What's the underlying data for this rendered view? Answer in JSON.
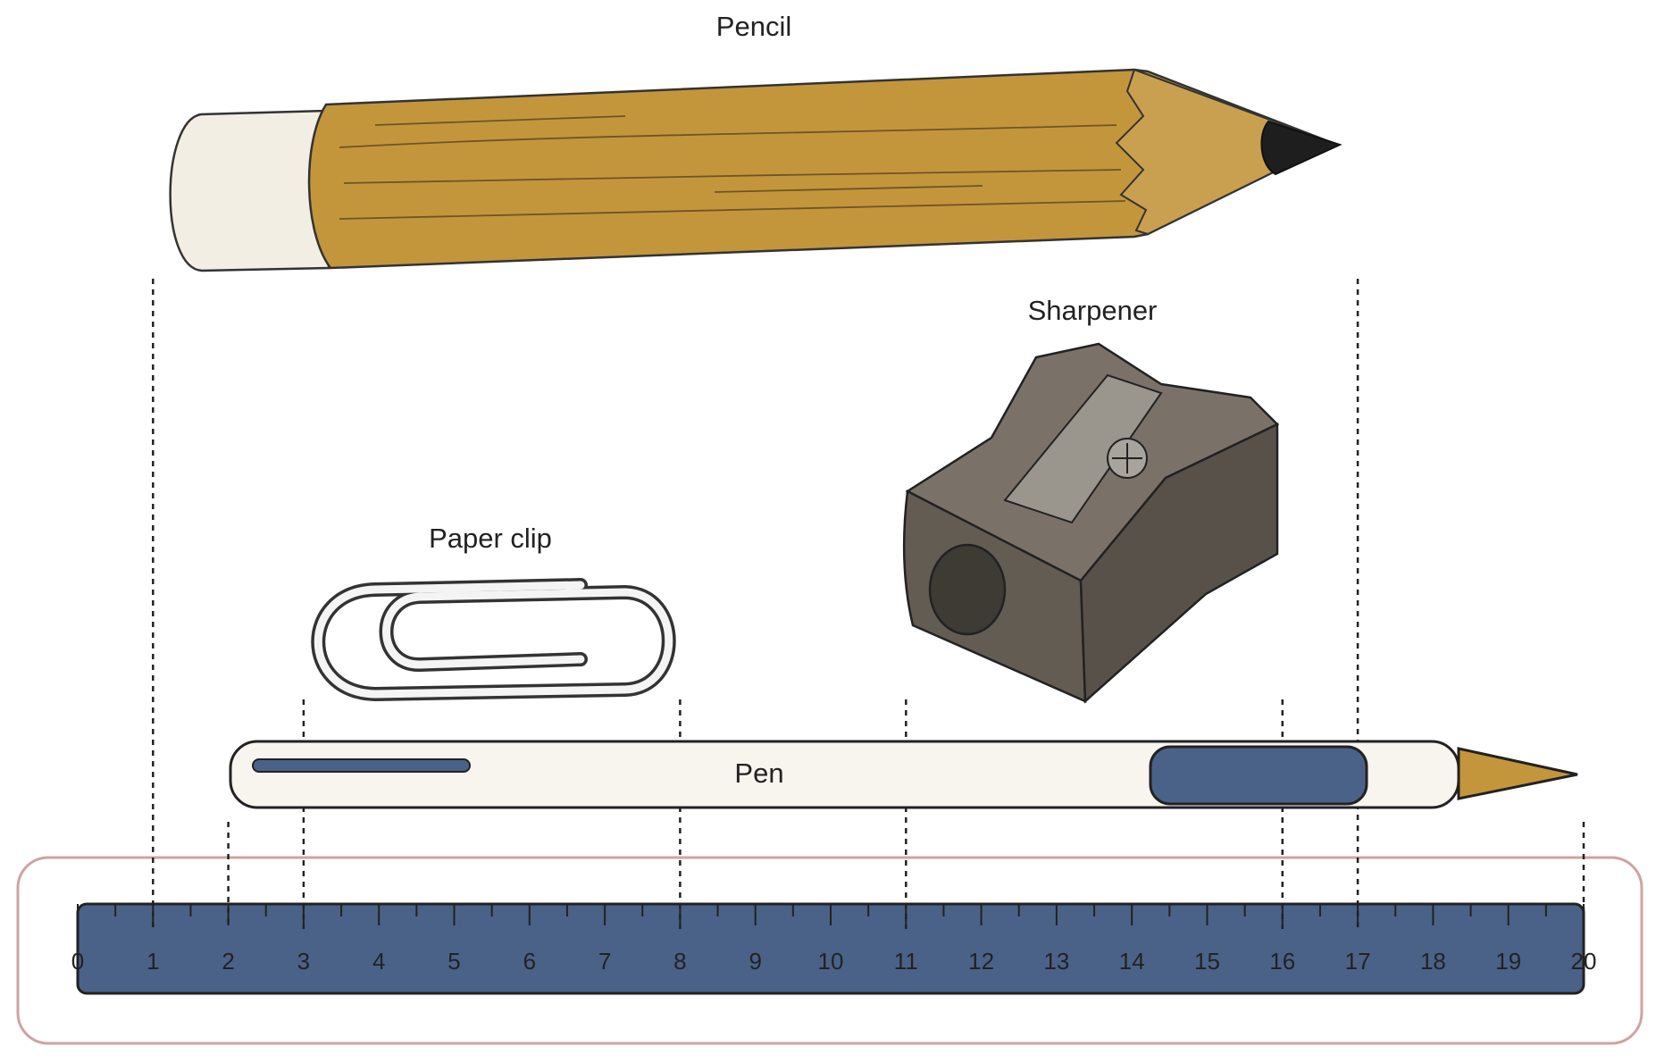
{
  "labels": {
    "pencil": "Pencil",
    "sharpener": "Sharpener",
    "paper_clip": "Paper clip",
    "pen": "Pen"
  },
  "ruler": {
    "min": 0,
    "max": 20,
    "ticks": [
      "0",
      "1",
      "2",
      "3",
      "4",
      "5",
      "6",
      "7",
      "8",
      "9",
      "10",
      "11",
      "12",
      "13",
      "14",
      "15",
      "16",
      "17",
      "18",
      "19",
      "20"
    ]
  },
  "measurements": {
    "pencil": [
      1,
      17
    ],
    "pen": [
      2,
      20
    ],
    "paper_clip": [
      3,
      8
    ],
    "sharpener": [
      11,
      16
    ]
  },
  "colors": {
    "ruler_fill": "#4a6288",
    "ruler_frame": "#cfa3a3",
    "pencil_body": "#c3963c",
    "pencil_eraser": "#f3eee3",
    "pen_body": "#f8f4ee",
    "pen_accent": "#4a6288",
    "pen_tip": "#c3963c",
    "sharpener_body": "#6b645a"
  }
}
